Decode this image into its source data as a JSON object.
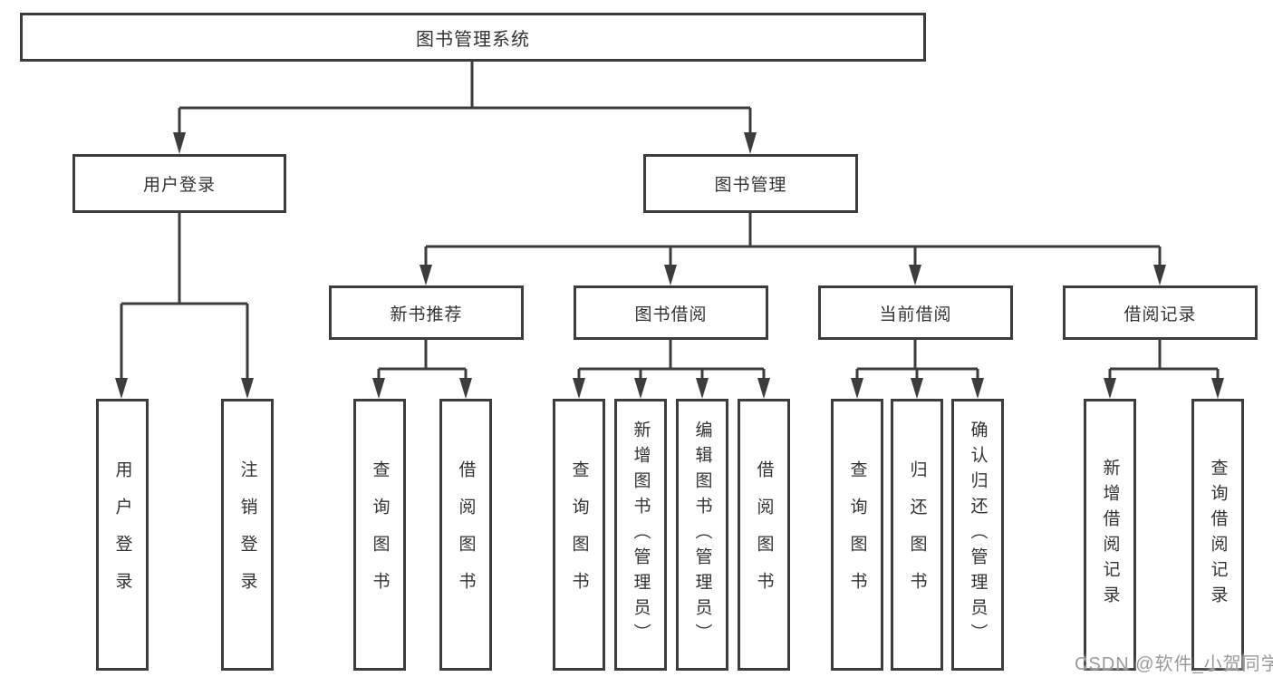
{
  "tree": {
    "root": "图书管理系统",
    "branches": [
      {
        "label": "用户登录",
        "children": [
          "用户登录",
          "注销登录"
        ]
      },
      {
        "label": "图书管理",
        "children": [
          {
            "label": "新书推荐",
            "children": [
              "查询图书",
              "借阅图书"
            ]
          },
          {
            "label": "图书借阅",
            "children": [
              "查询图书",
              "新增图书（管理员）",
              "编辑图书（管理员）",
              "借阅图书"
            ]
          },
          {
            "label": "当前借阅",
            "children": [
              "查询图书",
              "归还图书",
              "确认归还（管理员）"
            ]
          },
          {
            "label": "借阅记录",
            "children": [
              "新增借阅记录",
              "查询借阅记录"
            ]
          }
        ]
      }
    ]
  },
  "watermark": "CSDN @软件_小贺同学",
  "colors": {
    "line": "#3c3c3c",
    "text": "#333333",
    "watermark": "#9a9a9a",
    "background": "#ffffff"
  }
}
